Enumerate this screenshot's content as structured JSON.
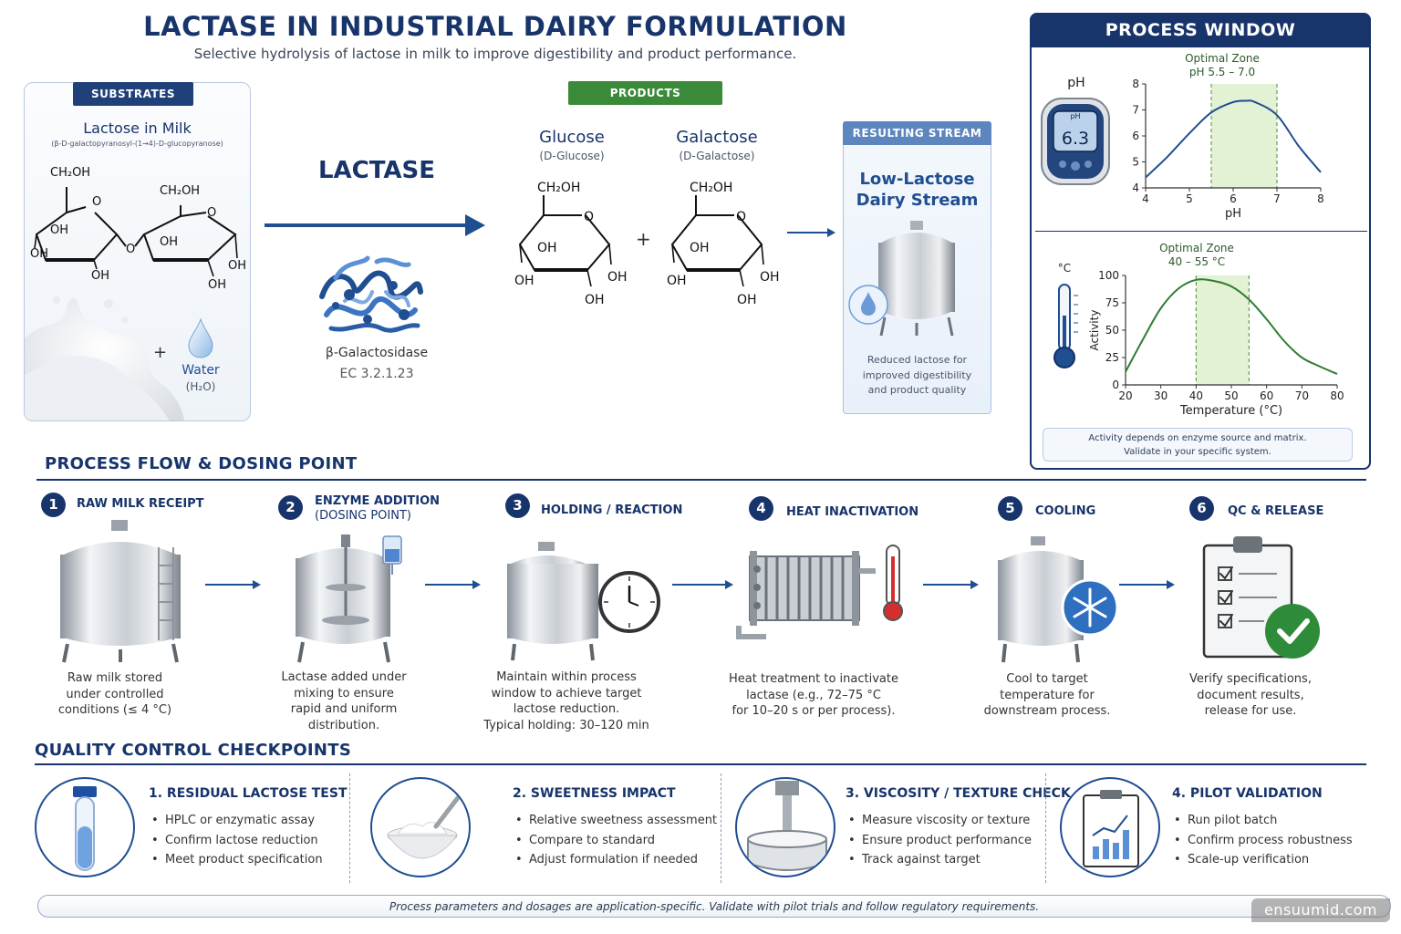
{
  "header": {
    "title": "LACTASE IN INDUSTRIAL DAIRY FORMULATION",
    "subtitle": "Selective hydrolysis of lactose in milk to improve digestibility and product performance."
  },
  "substrates": {
    "tag": "SUBSTRATES",
    "lactose_title": "Lactose in Milk",
    "lactose_iupac": "(β-D-galactopyranosyl-(1→4)-D-glucopyranose)",
    "group_ch2oh": "CH₂OH",
    "ring_o": "O",
    "group_oh": "OH",
    "plus": "+",
    "water_label": "Water",
    "water_formula": "(H₂O)"
  },
  "enzyme": {
    "label": "LACTASE",
    "name": "β-Galactosidase",
    "ec": "EC 3.2.1.23"
  },
  "products": {
    "tag": "PRODUCTS",
    "glucose": "Glucose",
    "glucose_sub": "(D-Glucose)",
    "galactose": "Galactose",
    "galactose_sub": "(D-Galactose)",
    "plus": "+"
  },
  "stream": {
    "tag": "RESULTING STREAM",
    "title_line1": "Low-Lactose",
    "title_line2": "Dairy Stream",
    "desc": "Reduced lactose for improved digestibility and product quality"
  },
  "process_window": {
    "title": "PROCESS WINDOW",
    "ph_meter_label": "pH",
    "ph_meter_value": "6.3",
    "ph_zone_label": "Optimal Zone",
    "ph_zone_range": "pH 5.5 – 7.0",
    "temp_zone_label": "Optimal Zone",
    "temp_zone_range": "40 – 55 °C",
    "thermo_unit": "°C",
    "note_line1": "Activity depends on enzyme source and matrix.",
    "note_line2": "Validate in your specific system."
  },
  "chart_data": [
    {
      "type": "line",
      "ylabel": "pH",
      "xlabel": "pH",
      "xlim": [
        4,
        8
      ],
      "ylim": [
        4,
        8
      ],
      "x_ticks": [
        "4",
        "5",
        "6",
        "7",
        "8"
      ],
      "y_ticks": [
        "4",
        "5",
        "6",
        "7",
        "8"
      ],
      "optimal_zone": [
        5.5,
        7.0
      ],
      "x": [
        4.0,
        4.5,
        5.0,
        5.5,
        6.0,
        6.3,
        6.5,
        7.0,
        7.5,
        8.0
      ],
      "y": [
        4.4,
        5.2,
        6.1,
        6.9,
        7.3,
        7.35,
        7.3,
        6.8,
        5.6,
        4.6
      ],
      "color": "#1f4e91"
    },
    {
      "type": "line",
      "ylabel": "Activity",
      "xlabel": "Temperature (°C)",
      "xlim": [
        20,
        80
      ],
      "ylim": [
        0,
        100
      ],
      "x_ticks": [
        "20",
        "30",
        "40",
        "50",
        "60",
        "70",
        "80"
      ],
      "y_ticks": [
        "0",
        "25",
        "50",
        "75",
        "100"
      ],
      "optimal_zone": [
        40,
        55
      ],
      "x": [
        20,
        25,
        30,
        35,
        40,
        45,
        50,
        55,
        60,
        65,
        70,
        75,
        80
      ],
      "y": [
        12,
        42,
        70,
        88,
        96,
        95,
        90,
        78,
        60,
        40,
        25,
        17,
        10
      ],
      "color": "#2e7d32"
    }
  ],
  "flow": {
    "section_title": "PROCESS FLOW & DOSING POINT",
    "steps": [
      {
        "num": "1",
        "title": "RAW MILK RECEIPT",
        "subtitle": "",
        "desc_lines": [
          "Raw milk stored",
          "under controlled",
          "conditions (≤ 4 °C)"
        ]
      },
      {
        "num": "2",
        "title": "ENZYME ADDITION",
        "subtitle": "(DOSING POINT)",
        "desc_lines": [
          "Lactase added under",
          "mixing to ensure",
          "rapid and uniform",
          "distribution."
        ]
      },
      {
        "num": "3",
        "title": "HOLDING / REACTION",
        "subtitle": "",
        "desc_lines": [
          "Maintain within process",
          "window to achieve target",
          "lactose reduction.",
          "Typical holding: 30–120 min"
        ]
      },
      {
        "num": "4",
        "title": "HEAT INACTIVATION",
        "subtitle": "",
        "desc_lines": [
          "Heat treatment to inactivate",
          "lactase (e.g., 72–75 °C",
          "for 10–20 s or per process)."
        ]
      },
      {
        "num": "5",
        "title": "COOLING",
        "subtitle": "",
        "desc_lines": [
          "Cool to target",
          "temperature for",
          "downstream process."
        ]
      },
      {
        "num": "6",
        "title": "QC & RELEASE",
        "subtitle": "",
        "desc_lines": [
          "Verify specifications,",
          "document results,",
          "release for use."
        ]
      }
    ]
  },
  "qc": {
    "section_title": "QUALITY CONTROL CHECKPOINTS",
    "items": [
      {
        "title": "1.  RESIDUAL LACTOSE TEST",
        "bullets": [
          "HPLC or enzymatic assay",
          "Confirm lactose reduction",
          "Meet product specification"
        ]
      },
      {
        "title": "2.  SWEETNESS IMPACT",
        "bullets": [
          "Relative sweetness assessment",
          "Compare to standard",
          "Adjust formulation if needed"
        ]
      },
      {
        "title": "3.  VISCOSITY / TEXTURE CHECK",
        "bullets": [
          "Measure viscosity or texture",
          "Ensure product performance",
          "Track against target"
        ]
      },
      {
        "title": "4.  PILOT VALIDATION",
        "bullets": [
          "Run pilot batch",
          "Confirm process robustness",
          "Scale-up verification"
        ]
      }
    ]
  },
  "footer": {
    "text": "Process parameters and dosages are application-specific. Validate with pilot trials and follow regulatory requirements.",
    "watermark": "ensuumid.com"
  },
  "colors": {
    "navy": "#17346b",
    "blue": "#1f4e91",
    "green": "#3a8a3a",
    "zone_fill": "#e3f1d4"
  }
}
